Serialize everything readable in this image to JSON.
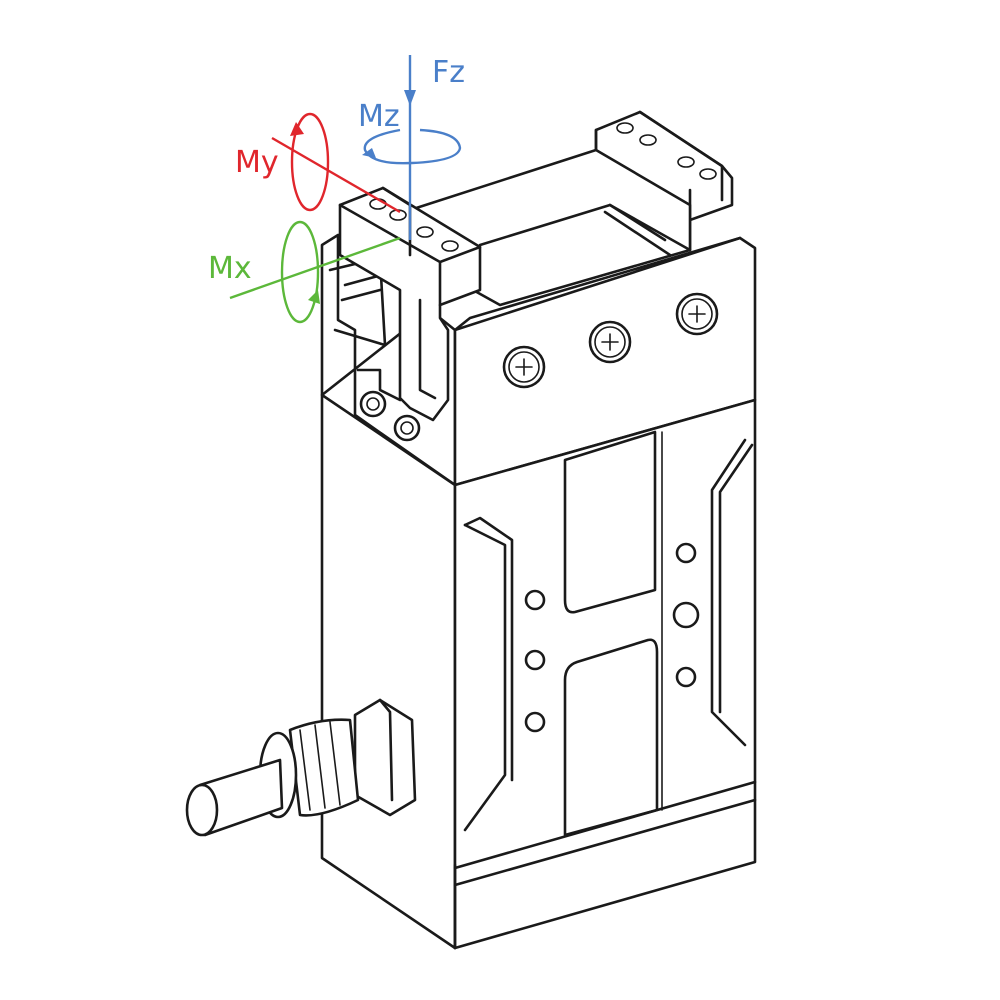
{
  "axes": {
    "fz": {
      "label": "Fz",
      "color": "#4a7fc9"
    },
    "mz": {
      "label": "Mz",
      "color": "#4a7fc9"
    },
    "my": {
      "label": "My",
      "color": "#e0262c"
    },
    "mx": {
      "label": "Mx",
      "color": "#5cb83a"
    }
  }
}
